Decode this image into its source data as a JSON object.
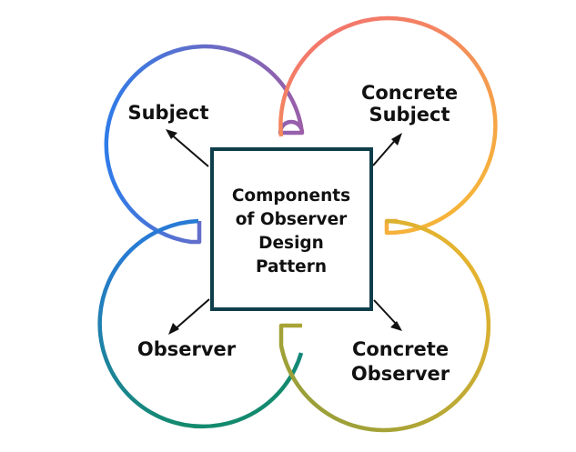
{
  "center": {
    "lines": [
      "Components",
      "of Observer",
      "Design",
      "Pattern"
    ]
  },
  "components": [
    {
      "lines": [
        "Subject"
      ]
    },
    {
      "lines": [
        "Concrete",
        "Subject"
      ]
    },
    {
      "lines": [
        "Observer"
      ]
    },
    {
      "lines": [
        "Concrete",
        "Observer"
      ]
    }
  ],
  "colors": {
    "subject_ring": [
      "#2f7be8",
      "#9b5fa8"
    ],
    "concrete_subject_ring": [
      "#f26d74",
      "#f6b33a"
    ],
    "observer_ring": [
      "#2b78e6",
      "#138a6e"
    ],
    "concrete_observer_ring": [
      "#f3b72d",
      "#8c9c3a"
    ],
    "center_box_border": "#0f3e4a",
    "text": "#111111",
    "arrow": "#111111"
  }
}
